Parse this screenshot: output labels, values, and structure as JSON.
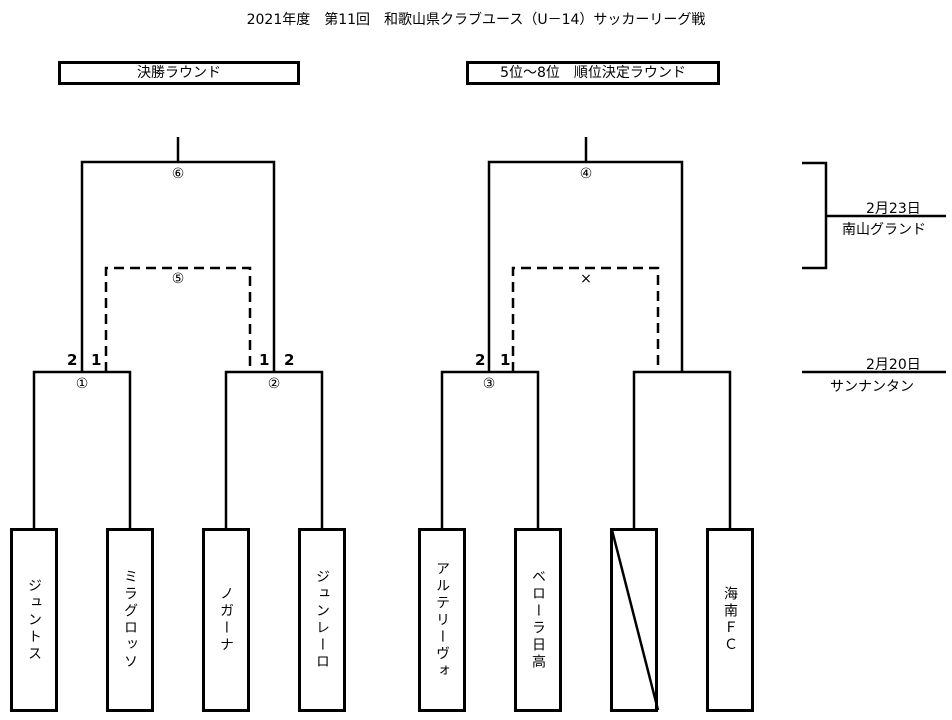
{
  "title": "2021年度　第11回　和歌山県クラブユース（U－14）サッカーリーグ戦",
  "rounds": {
    "final": {
      "label": "決勝ラウンド"
    },
    "placement": {
      "label": "5位～8位　順位決定ラウンド"
    }
  },
  "matches": {
    "m1": "①",
    "m2": "②",
    "m3": "③",
    "m4": "④",
    "m5": "⑤",
    "m6": "⑥",
    "placement_third_place": "×"
  },
  "scores": {
    "m1_left": "2",
    "m1_right": "1",
    "m2_left": "1",
    "m2_right": "2",
    "m3_left": "2",
    "m3_right": "1"
  },
  "teams": [
    {
      "name": "ジュントス"
    },
    {
      "name": "ミラグロッソ"
    },
    {
      "name": "ノガーナ"
    },
    {
      "name": "ジュンレーロ"
    },
    {
      "name": "アルテリーヴォ"
    },
    {
      "name": "ベローラ日高"
    },
    {
      "name": "",
      "bye": true
    },
    {
      "name": "海南ＦＣ"
    }
  ],
  "schedule": {
    "day2": {
      "date": "2月23日",
      "venue": "南山グランド"
    },
    "day1": {
      "date": "2月20日",
      "venue": "サンナンタン"
    }
  }
}
